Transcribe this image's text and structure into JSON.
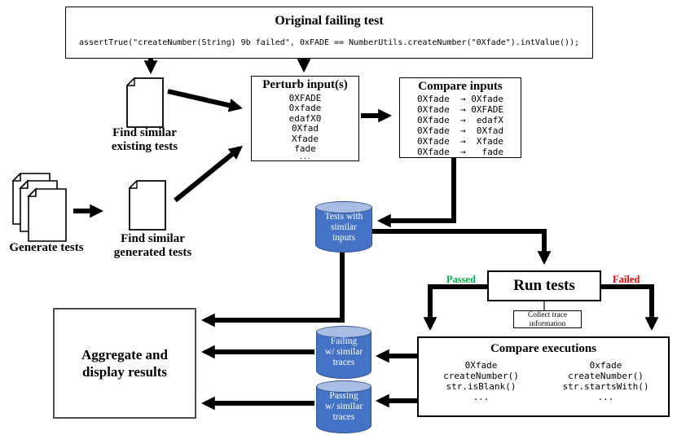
{
  "original_test": {
    "title": "Original failing test",
    "code": "assertTrue(\"createNumber(String) 9b failed\", 0xFADE == NumberUtils.createNumber(\"0Xfade\").intValue());"
  },
  "labels": {
    "find_existing": "Find similar\nexisting tests",
    "generate": "Generate tests",
    "find_generated": "Find similar\ngenerated tests"
  },
  "perturb": {
    "title": "Perturb input(s)",
    "items": [
      "0XFADE",
      "0xfade",
      "edafX0",
      "0Xfad",
      "Xfade",
      "fade"
    ],
    "more": "..."
  },
  "compare_inputs": {
    "title": "Compare inputs",
    "rows": [
      "0Xfade  → 0Xfade",
      "0Xfade  → 0XFADE",
      "0Xfade  →  edafX",
      "0Xfade  →  0Xfad",
      "0Xfade  →  Xfade",
      "0Xfade  →   fade"
    ]
  },
  "cylinders": {
    "tests_similar_inputs": "Tests with\nsimilar\ninputs",
    "failing": "Failing\nw/ similar\ntraces",
    "passing": "Passing\nw/ similar\ntraces"
  },
  "run_tests": {
    "title": "Run tests",
    "passed": "Passed",
    "failed": "Failed"
  },
  "collect_trace": "Collect trace\ninformation",
  "compare_executions": {
    "title": "Compare executions",
    "left": [
      "0Xfade",
      "createNumber()",
      "str.isBlank()",
      "..."
    ],
    "right": [
      "0xfade",
      "createNumber()",
      "str.startsWith()",
      "..."
    ]
  },
  "aggregate": "Aggregate and\ndisplay results",
  "colors": {
    "passed_green": "#00B050",
    "failed_red": "#FF0000",
    "cylinder_fill": "#4472C4",
    "cylinder_top": "#A9BDE2",
    "cylinder_border": "#2F528F",
    "arrow_black": "#000000"
  }
}
